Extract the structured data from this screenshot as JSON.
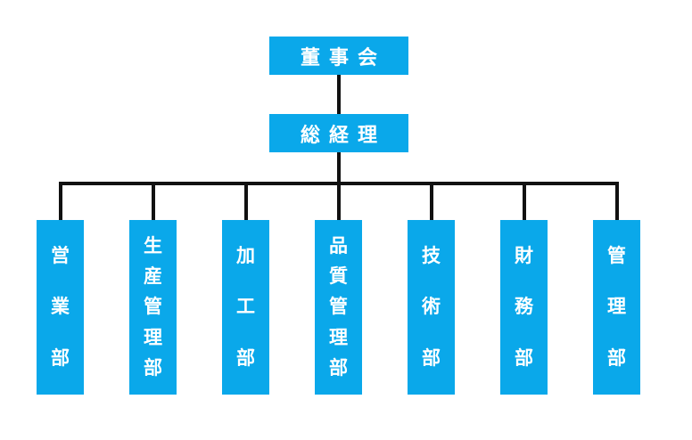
{
  "board": "董事会",
  "gm": "総経理",
  "departments": [
    {
      "label": "営業部",
      "chars": [
        "営",
        "業",
        "部"
      ]
    },
    {
      "label": "生産管理部",
      "chars": [
        "生",
        "産",
        "管",
        "理",
        "部"
      ]
    },
    {
      "label": "加工部",
      "chars": [
        "加",
        "工",
        "部"
      ]
    },
    {
      "label": "品質管理部",
      "chars": [
        "品",
        "質",
        "管",
        "理",
        "部"
      ]
    },
    {
      "label": "技術部",
      "chars": [
        "技",
        "術",
        "部"
      ]
    },
    {
      "label": "財務部",
      "chars": [
        "財",
        "務",
        "部"
      ]
    },
    {
      "label": "管理部",
      "chars": [
        "管",
        "理",
        "部"
      ]
    }
  ],
  "colors": {
    "box": "#0aa8ea",
    "text": "#ffffff",
    "line": "#111111"
  }
}
